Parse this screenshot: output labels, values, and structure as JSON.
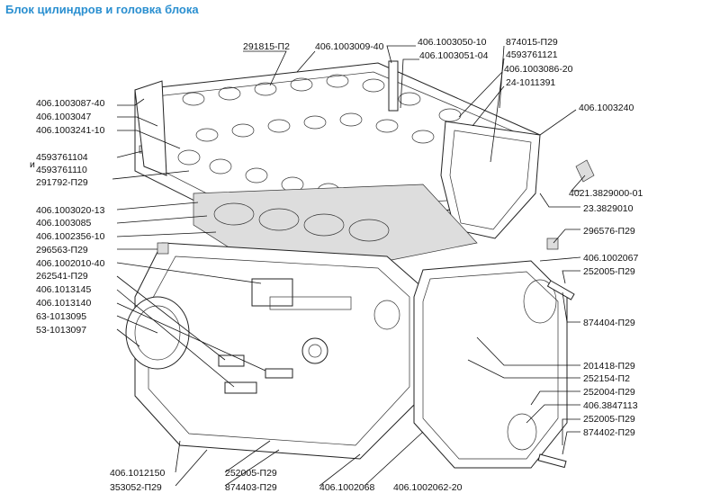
{
  "title": "Блок цилиндров и головка блока",
  "labels": [
    {
      "id": "l1",
      "text": "291815-П2"
    },
    {
      "id": "l2",
      "text": "406.1003009-40"
    },
    {
      "id": "l3",
      "text": "406.1003050-10"
    },
    {
      "id": "l4",
      "text": "874015-П29"
    },
    {
      "id": "l5",
      "text": "406.1003051-04"
    },
    {
      "id": "l6",
      "text": "4593761121"
    },
    {
      "id": "l7",
      "text": "406.1003086-20"
    },
    {
      "id": "l8",
      "text": "24-1011391"
    },
    {
      "id": "l9",
      "text": "406.1003240"
    },
    {
      "id": "l10",
      "text": "406.1003087-40"
    },
    {
      "id": "l11",
      "text": "406.1003047"
    },
    {
      "id": "l12",
      "text": "406.1003241-10"
    },
    {
      "id": "l13",
      "text": "4593761104"
    },
    {
      "id": "l14",
      "text": "и"
    },
    {
      "id": "l15",
      "text": "4593761110"
    },
    {
      "id": "l16",
      "text": "291792-П29"
    },
    {
      "id": "l17",
      "text": "4021.3829000-01"
    },
    {
      "id": "l18",
      "text": "23.3829010"
    },
    {
      "id": "l19",
      "text": "406.1003020-13"
    },
    {
      "id": "l20",
      "text": "406.1003085"
    },
    {
      "id": "l21",
      "text": "406.1002356-10"
    },
    {
      "id": "l22",
      "text": "296576-П29"
    },
    {
      "id": "l23",
      "text": "296563-П29"
    },
    {
      "id": "l24",
      "text": "406.1002067"
    },
    {
      "id": "l25",
      "text": "406.1002010-40"
    },
    {
      "id": "l26",
      "text": "252005-П29"
    },
    {
      "id": "l27",
      "text": "262541-П29"
    },
    {
      "id": "l28",
      "text": "406.1013145"
    },
    {
      "id": "l29",
      "text": "406.1013140"
    },
    {
      "id": "l30",
      "text": "874404-П29"
    },
    {
      "id": "l31",
      "text": "63-1013095"
    },
    {
      "id": "l32",
      "text": "53-1013097"
    },
    {
      "id": "l33",
      "text": "201418-П29"
    },
    {
      "id": "l34",
      "text": "252154-П2"
    },
    {
      "id": "l35",
      "text": "252004-П29"
    },
    {
      "id": "l36",
      "text": "406.3847113"
    },
    {
      "id": "l37",
      "text": "252005-П29"
    },
    {
      "id": "l38",
      "text": "874402-П29"
    },
    {
      "id": "l39",
      "text": "406.1012150"
    },
    {
      "id": "l40",
      "text": "353052-П29"
    },
    {
      "id": "l41",
      "text": "252005-П29"
    },
    {
      "id": "l42",
      "text": "874403-П29"
    },
    {
      "id": "l43",
      "text": "406.1002068"
    },
    {
      "id": "l44",
      "text": "406.1002062-20"
    }
  ]
}
